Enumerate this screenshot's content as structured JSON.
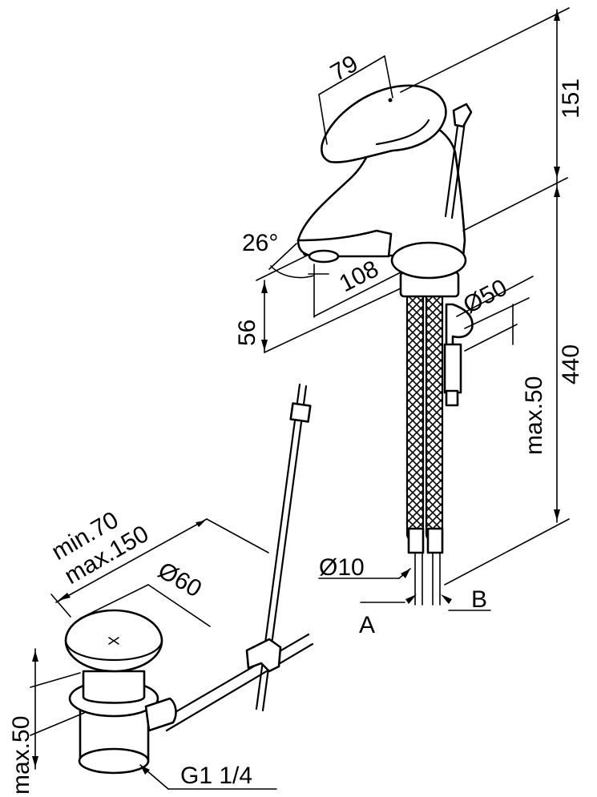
{
  "dimensions": {
    "handle_width": "79",
    "top_height": "151",
    "tilt_angle": "26°",
    "spout_reach": "108",
    "spout_height": "56",
    "base_diameter": "Ø50",
    "max_thickness": "max.50",
    "total_height": "440",
    "hose_diameter": "Ø10",
    "waste_min": "min.70",
    "waste_max": "max.150",
    "plug_diameter": "Ø60",
    "waste_max_thickness": "max.50",
    "thread": "G1 1/4"
  },
  "connections": {
    "a": "A",
    "b": "B"
  }
}
